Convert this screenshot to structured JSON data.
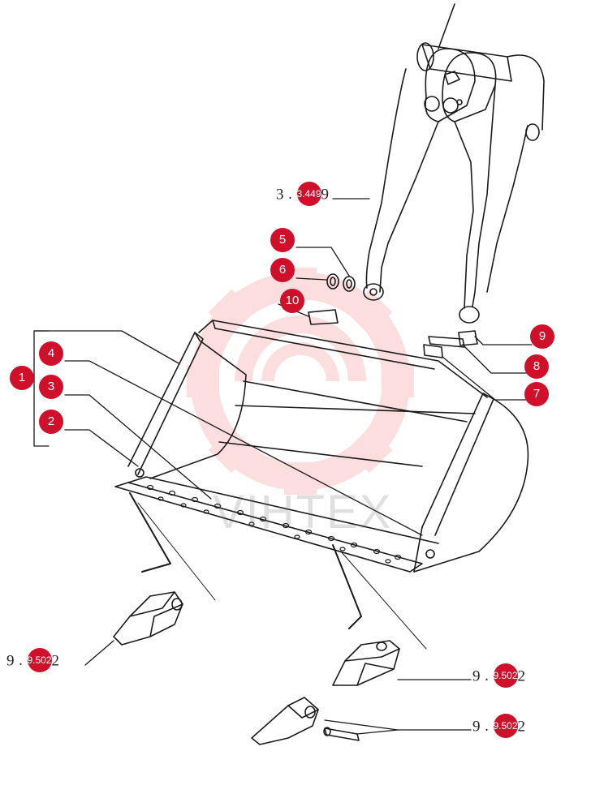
{
  "colors": {
    "callout": "#d0102a",
    "line": "#1a1a1a",
    "watermark": "#f26c6c"
  },
  "watermark": {
    "icon": "gear-logo-icon",
    "text": "VIHTEX"
  },
  "callouts": [
    "1",
    "2",
    "3",
    "4",
    "5",
    "6",
    "7",
    "8",
    "9",
    "10"
  ],
  "references": {
    "arm": {
      "lead": "3",
      "dot": ".",
      "code": "3.449",
      "tail": "9"
    },
    "tooth_left": {
      "lead": "9",
      "dot": ".",
      "code": "9.502",
      "tail": "2"
    },
    "tooth_right_top": {
      "lead": "9",
      "dot": ".",
      "code": "9.502",
      "tail": "2"
    },
    "tooth_right_bottom": {
      "lead": "9",
      "dot": ".",
      "code": "9.502",
      "tail": "2"
    }
  }
}
